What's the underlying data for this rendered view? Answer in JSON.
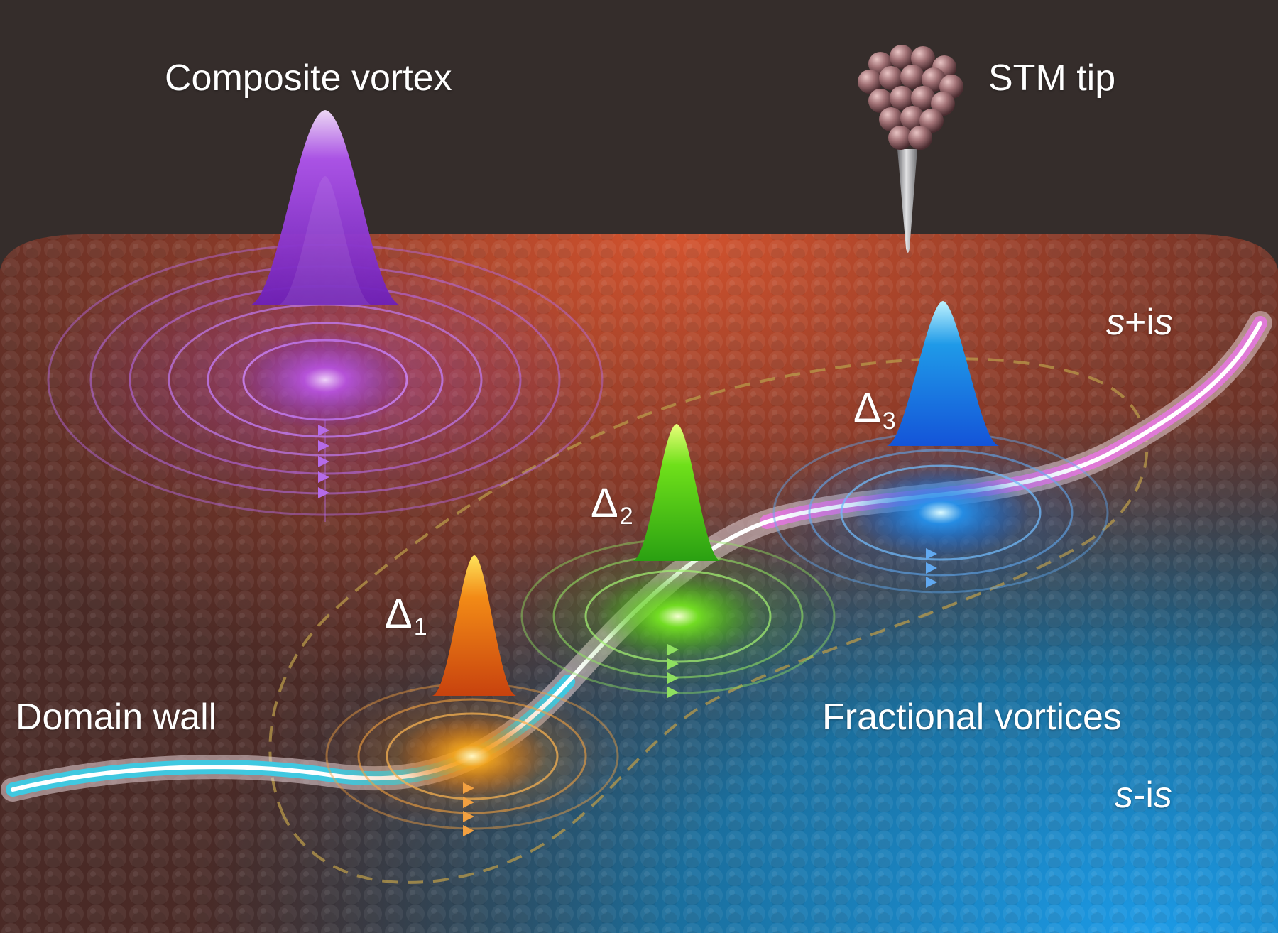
{
  "labels": {
    "composite_vortex": "Composite vortex",
    "stm_tip": "STM tip",
    "domain_wall": "Domain wall",
    "fractional_vortices": "Fractional vortices",
    "delta1_symbol": "Δ",
    "delta1_sub": "1",
    "delta2_symbol": "Δ",
    "delta2_sub": "2",
    "delta3_symbol": "Δ",
    "delta3_sub": "3",
    "phase_top_s1": "s",
    "phase_top_mid": "+i",
    "phase_top_s2": "s",
    "phase_bottom_s1": "s",
    "phase_bottom_mid": "-i",
    "phase_bottom_s2": "s"
  },
  "colors": {
    "background": "#352d2b",
    "surface_top": "#c2452a",
    "surface_bottom": "#1b8fd6",
    "composite_vortex": "#a23be6",
    "delta1_peak": "#f08a12",
    "delta2_peak": "#6fe01a",
    "delta3_peak": "#1f8fe8",
    "domain_wall_upper": "#e07ad6",
    "domain_wall_lower": "#40c8e0",
    "tip_atoms": "#8a6064",
    "dashed_loop": "#b89a4a"
  }
}
